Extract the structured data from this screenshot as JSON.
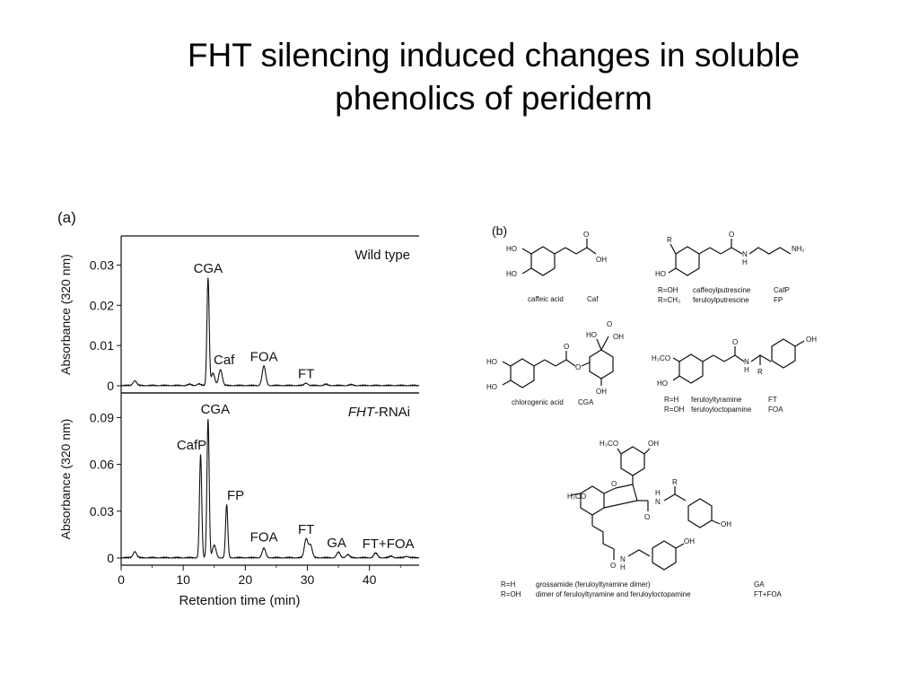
{
  "slide": {
    "title_line1": "FHT silencing induced changes in soluble",
    "title_line2": "phenolics of periderm"
  },
  "panel_a": {
    "label": "(a)",
    "xlabel": "Retention time (min)",
    "chart_data": [
      {
        "type": "line",
        "title": "Wild type",
        "ylabel": "Absorbance (320 nm)",
        "xlim": [
          0,
          48
        ],
        "ylim": [
          0,
          0.035
        ],
        "yticks": [
          "0",
          "0.01",
          "0.02",
          "0.03"
        ],
        "ytick_values": [
          0,
          0.01,
          0.02,
          0.03
        ],
        "xticks": [],
        "peaks": [
          {
            "label": "CGA",
            "x": 14.0,
            "y": 0.0268
          },
          {
            "label": "Caf",
            "x": 16.0,
            "y": 0.004
          },
          {
            "label": "FOA",
            "x": 23.0,
            "y": 0.0048
          },
          {
            "label": "FT",
            "x": 29.8,
            "y": 0.0006
          }
        ],
        "minor_peaks": [
          {
            "x": 2.2,
            "y": 0.0012
          },
          {
            "x": 11.0,
            "y": 0.0003
          },
          {
            "x": 12.5,
            "y": 0.0004
          },
          {
            "x": 14.8,
            "y": 0.003
          },
          {
            "x": 33.0,
            "y": 0.0003
          },
          {
            "x": 37.0,
            "y": 0.0002
          }
        ]
      },
      {
        "type": "line",
        "title": "FHT-RNAi",
        "title_italic": "FHT",
        "title_rest": "-RNAi",
        "ylabel": "Absorbance (320 nm)",
        "xlim": [
          0,
          48
        ],
        "ylim": [
          0,
          0.1
        ],
        "yticks": [
          "0",
          "0.03",
          "0.06",
          "0.09"
        ],
        "ytick_values": [
          0,
          0.03,
          0.06,
          0.09
        ],
        "xticks": [
          "0",
          "10",
          "20",
          "30",
          "40"
        ],
        "xtick_values": [
          0,
          10,
          20,
          30,
          40
        ],
        "peaks": [
          {
            "label": "CafP",
            "x": 12.8,
            "y": 0.066
          },
          {
            "label": "CGA",
            "x": 14.0,
            "y": 0.089
          },
          {
            "label": "FP",
            "x": 17.0,
            "y": 0.034
          },
          {
            "label": "FOA",
            "x": 23.0,
            "y": 0.006
          },
          {
            "label": "FT",
            "x": 29.8,
            "y": 0.012
          },
          {
            "label": "GA",
            "x": 35.0,
            "y": 0.0035
          },
          {
            "label": "FT+FOA",
            "x": 41.0,
            "y": 0.003
          }
        ],
        "minor_peaks": [
          {
            "x": 2.2,
            "y": 0.004
          },
          {
            "x": 15.0,
            "y": 0.008
          },
          {
            "x": 30.5,
            "y": 0.008
          },
          {
            "x": 36.5,
            "y": 0.002
          },
          {
            "x": 43.5,
            "y": 0.001
          },
          {
            "x": 46.0,
            "y": 0.001
          }
        ]
      }
    ]
  },
  "panel_b": {
    "label": "(b)",
    "caffeic": {
      "name": "caffeic acid",
      "abbr": "Caf",
      "ho1": "HO",
      "ho2": "HO",
      "o": "O",
      "oh": "OH"
    },
    "cafp": {
      "r_label": "R",
      "ho": "HO",
      "o": "O",
      "nh": "N",
      "h": "H",
      "nh2": "NH₂",
      "row1_r": "R=OH",
      "row1_name": "caffeoylputrescine",
      "row1_abbr": "CafP",
      "row2_r": "R=CH₃",
      "row2_name": "feruloylputrescine",
      "row2_abbr": "FP"
    },
    "cga": {
      "name": "chlorogenic acid",
      "abbr": "CGA",
      "ho1": "HO",
      "ho2": "HO",
      "ho3": "HO",
      "o1": "O",
      "o2": "O",
      "o3": "O",
      "oh1": "OH",
      "oh2": "OH"
    },
    "ft": {
      "h3co": "H₃CO",
      "ho": "HO",
      "o": "O",
      "n": "N",
      "h": "H",
      "r": "R",
      "oh": "OH",
      "row1_r": "R=H",
      "row1_name": "feruloyltyramine",
      "row1_abbr": "FT",
      "row2_r": "R=OH",
      "row2_name": "feruloyloctopamine",
      "row2_abbr": "FOA"
    },
    "ga": {
      "h3co_top": "H₃CO",
      "oh_top": "OH",
      "h3co_left": "H₃CO",
      "o_ring": "O",
      "o_amide": "O",
      "n": "N",
      "h": "H",
      "r": "R",
      "oh_right": "OH",
      "o_bottom": "O",
      "n2": "N",
      "h2": "H",
      "oh_bottom": "OH",
      "row1_r": "R=H",
      "row1_name": "grossamide (feruloyltyramine dimer)",
      "row1_abbr": "GA",
      "row2_r": "R=OH",
      "row2_name": "dimer of feruloyltyramine and feruloyloctopamine",
      "row2_abbr": "FT+FOA"
    }
  }
}
